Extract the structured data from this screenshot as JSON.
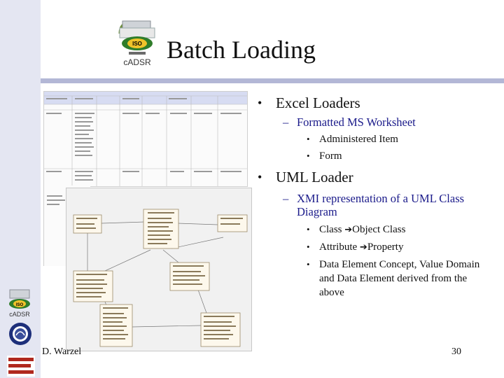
{
  "slide": {
    "title": "Batch Loading",
    "logo_text": "cADSR",
    "logo_badge": "ISO",
    "footer": "D. Warzel",
    "page_number": "30"
  },
  "side_logos": {
    "cadsr_text": "cADSR",
    "cadsr_badge": "ISO"
  },
  "bullets": [
    {
      "text": "Excel Loaders",
      "children": [
        {
          "text": "Formatted MS Worksheet",
          "children": [
            "Administered Item",
            "Form"
          ]
        }
      ]
    },
    {
      "text": "UML Loader",
      "children": [
        {
          "text": "XMI representation of a UML Class Diagram",
          "children": [
            {
              "before": "Class ",
              "arrow": "➔",
              "after": "Object Class"
            },
            {
              "before": "Attribute ",
              "arrow": "➔",
              "after": "Property"
            },
            {
              "before": "Data Element Concept, Value Domain and Data Element derived from the above"
            }
          ]
        }
      ]
    }
  ],
  "colors": {
    "left_band": "#e4e6f2",
    "rule": "#b3b7d6",
    "sub_bullet_text": "#1a1a8a",
    "sheet_header": "#d7dcf2"
  }
}
